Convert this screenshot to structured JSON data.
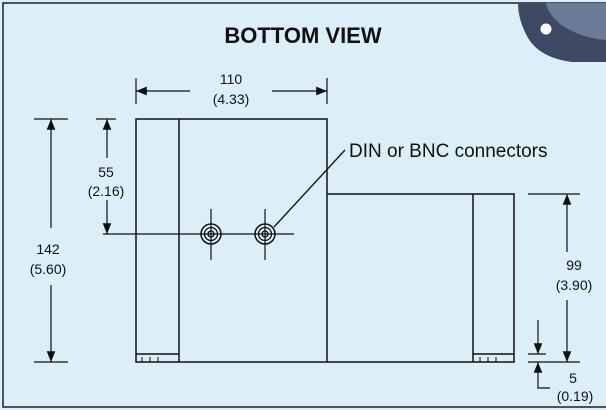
{
  "title": "BOTTOM VIEW",
  "callout": "DIN or BNC connectors",
  "dimensions": {
    "width": {
      "mm": "110",
      "in": "(4.33)"
    },
    "height": {
      "mm": "142",
      "in": "(5.60)"
    },
    "connector_offset": {
      "mm": "55",
      "in": "(2.16)"
    },
    "right_height": {
      "mm": "99",
      "in": "(3.90)"
    },
    "foot": {
      "mm": "5",
      "in": "(0.19)"
    }
  },
  "colors": {
    "background": "#DCEFF8",
    "line": "#111111",
    "connector_shell": "#3E4A63"
  }
}
